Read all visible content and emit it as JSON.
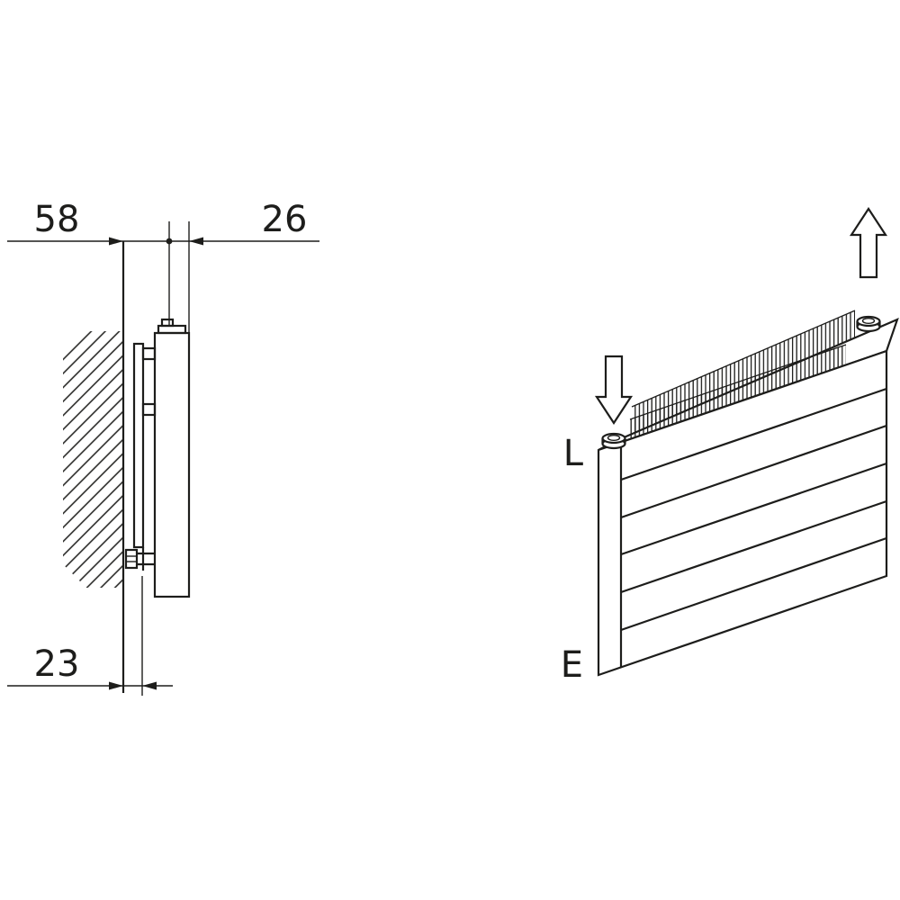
{
  "drawing": {
    "background_color": "#ffffff",
    "line_color": "#1d1d1b",
    "side_view": {
      "dim_wall_to_center": "58",
      "dim_center_to_front": "26",
      "dim_wall_to_fixing": "23"
    },
    "iso_view": {
      "inlet_label": "L",
      "outlet_label": "E"
    },
    "icons": {
      "flow_in": "arrow-down",
      "flow_out": "arrow-up"
    }
  }
}
